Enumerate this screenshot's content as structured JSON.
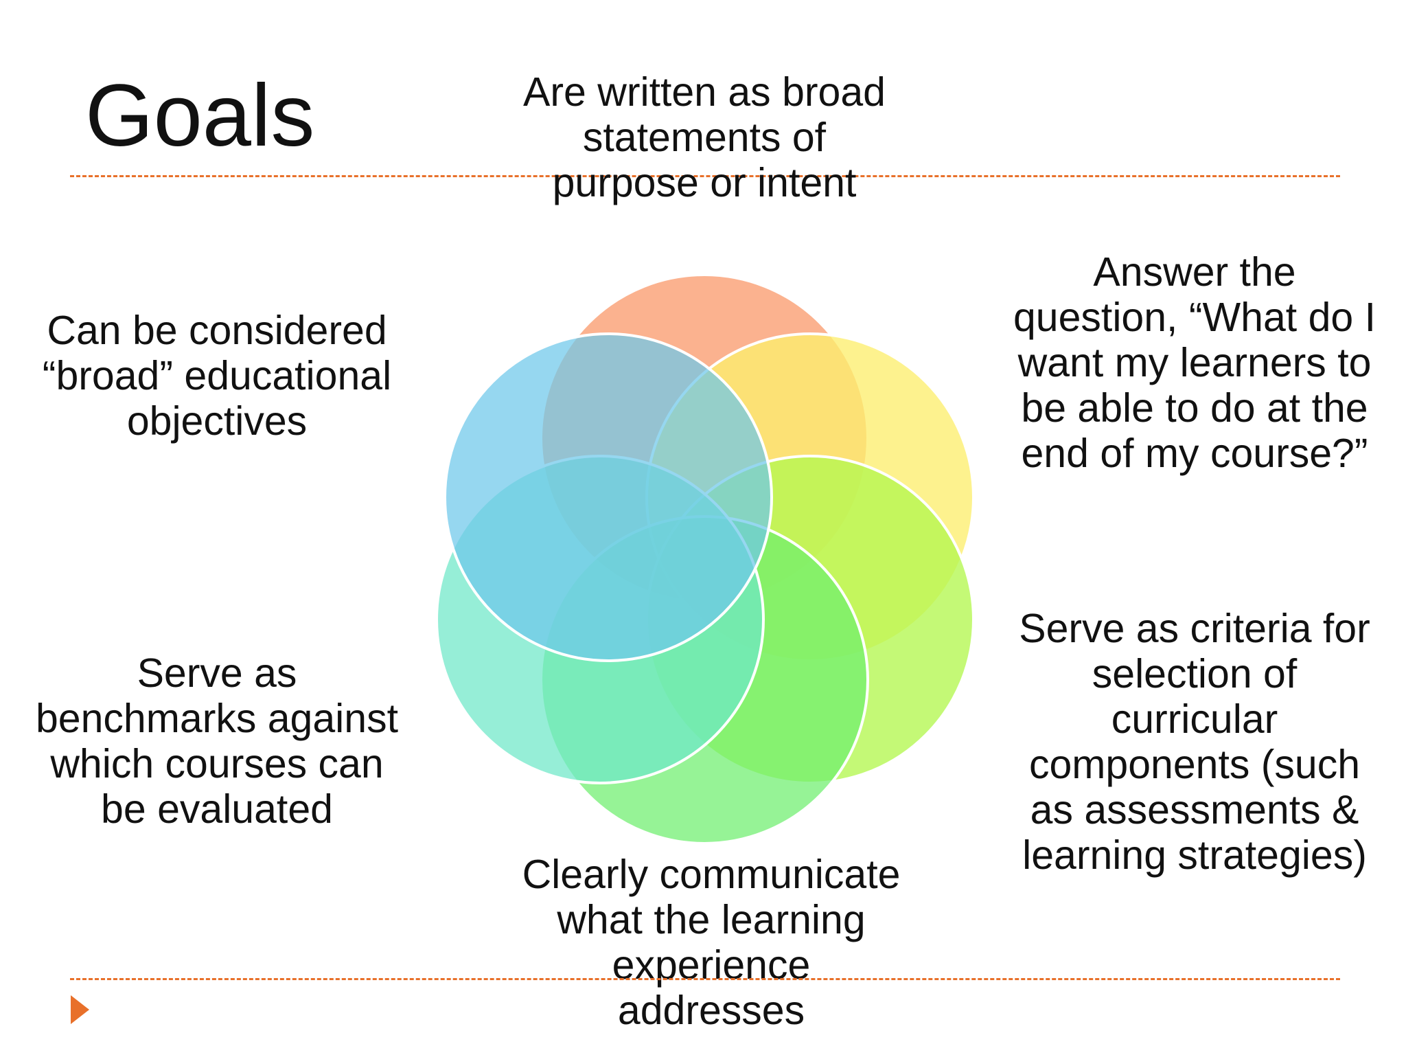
{
  "title": "Goals",
  "callouts": {
    "top": "Are written as broad\nstatements of\npurpose or intent",
    "left_upper": "Can be considered\n“broad” educational\nobjectives",
    "left_lower": "Serve as\nbenchmarks against\nwhich courses can\nbe evaluated",
    "right_upper": "Answer the\nquestion, “What do I\nwant my learners to\nbe able to do at the\nend of my course?”",
    "right_lower": "Serve as criteria for\nselection of\ncurricular\ncomponents (such\nas assessments &\nlearning strategies)",
    "bottom": "Clearly communicate\nwhat the learning\nexperience\naddresses"
  },
  "colors": {
    "accent": "#e8702a",
    "circle_top": "#fba77f",
    "circle_top_right": "#fdee6e",
    "circle_bottom_right": "#b4f74f",
    "circle_bottom": "#6eef6e",
    "circle_bottom_left": "#6ee8c8",
    "circle_top_left": "#6ec8ea"
  },
  "diagram": {
    "type": "overlapping-circles",
    "circle_count": 6
  }
}
